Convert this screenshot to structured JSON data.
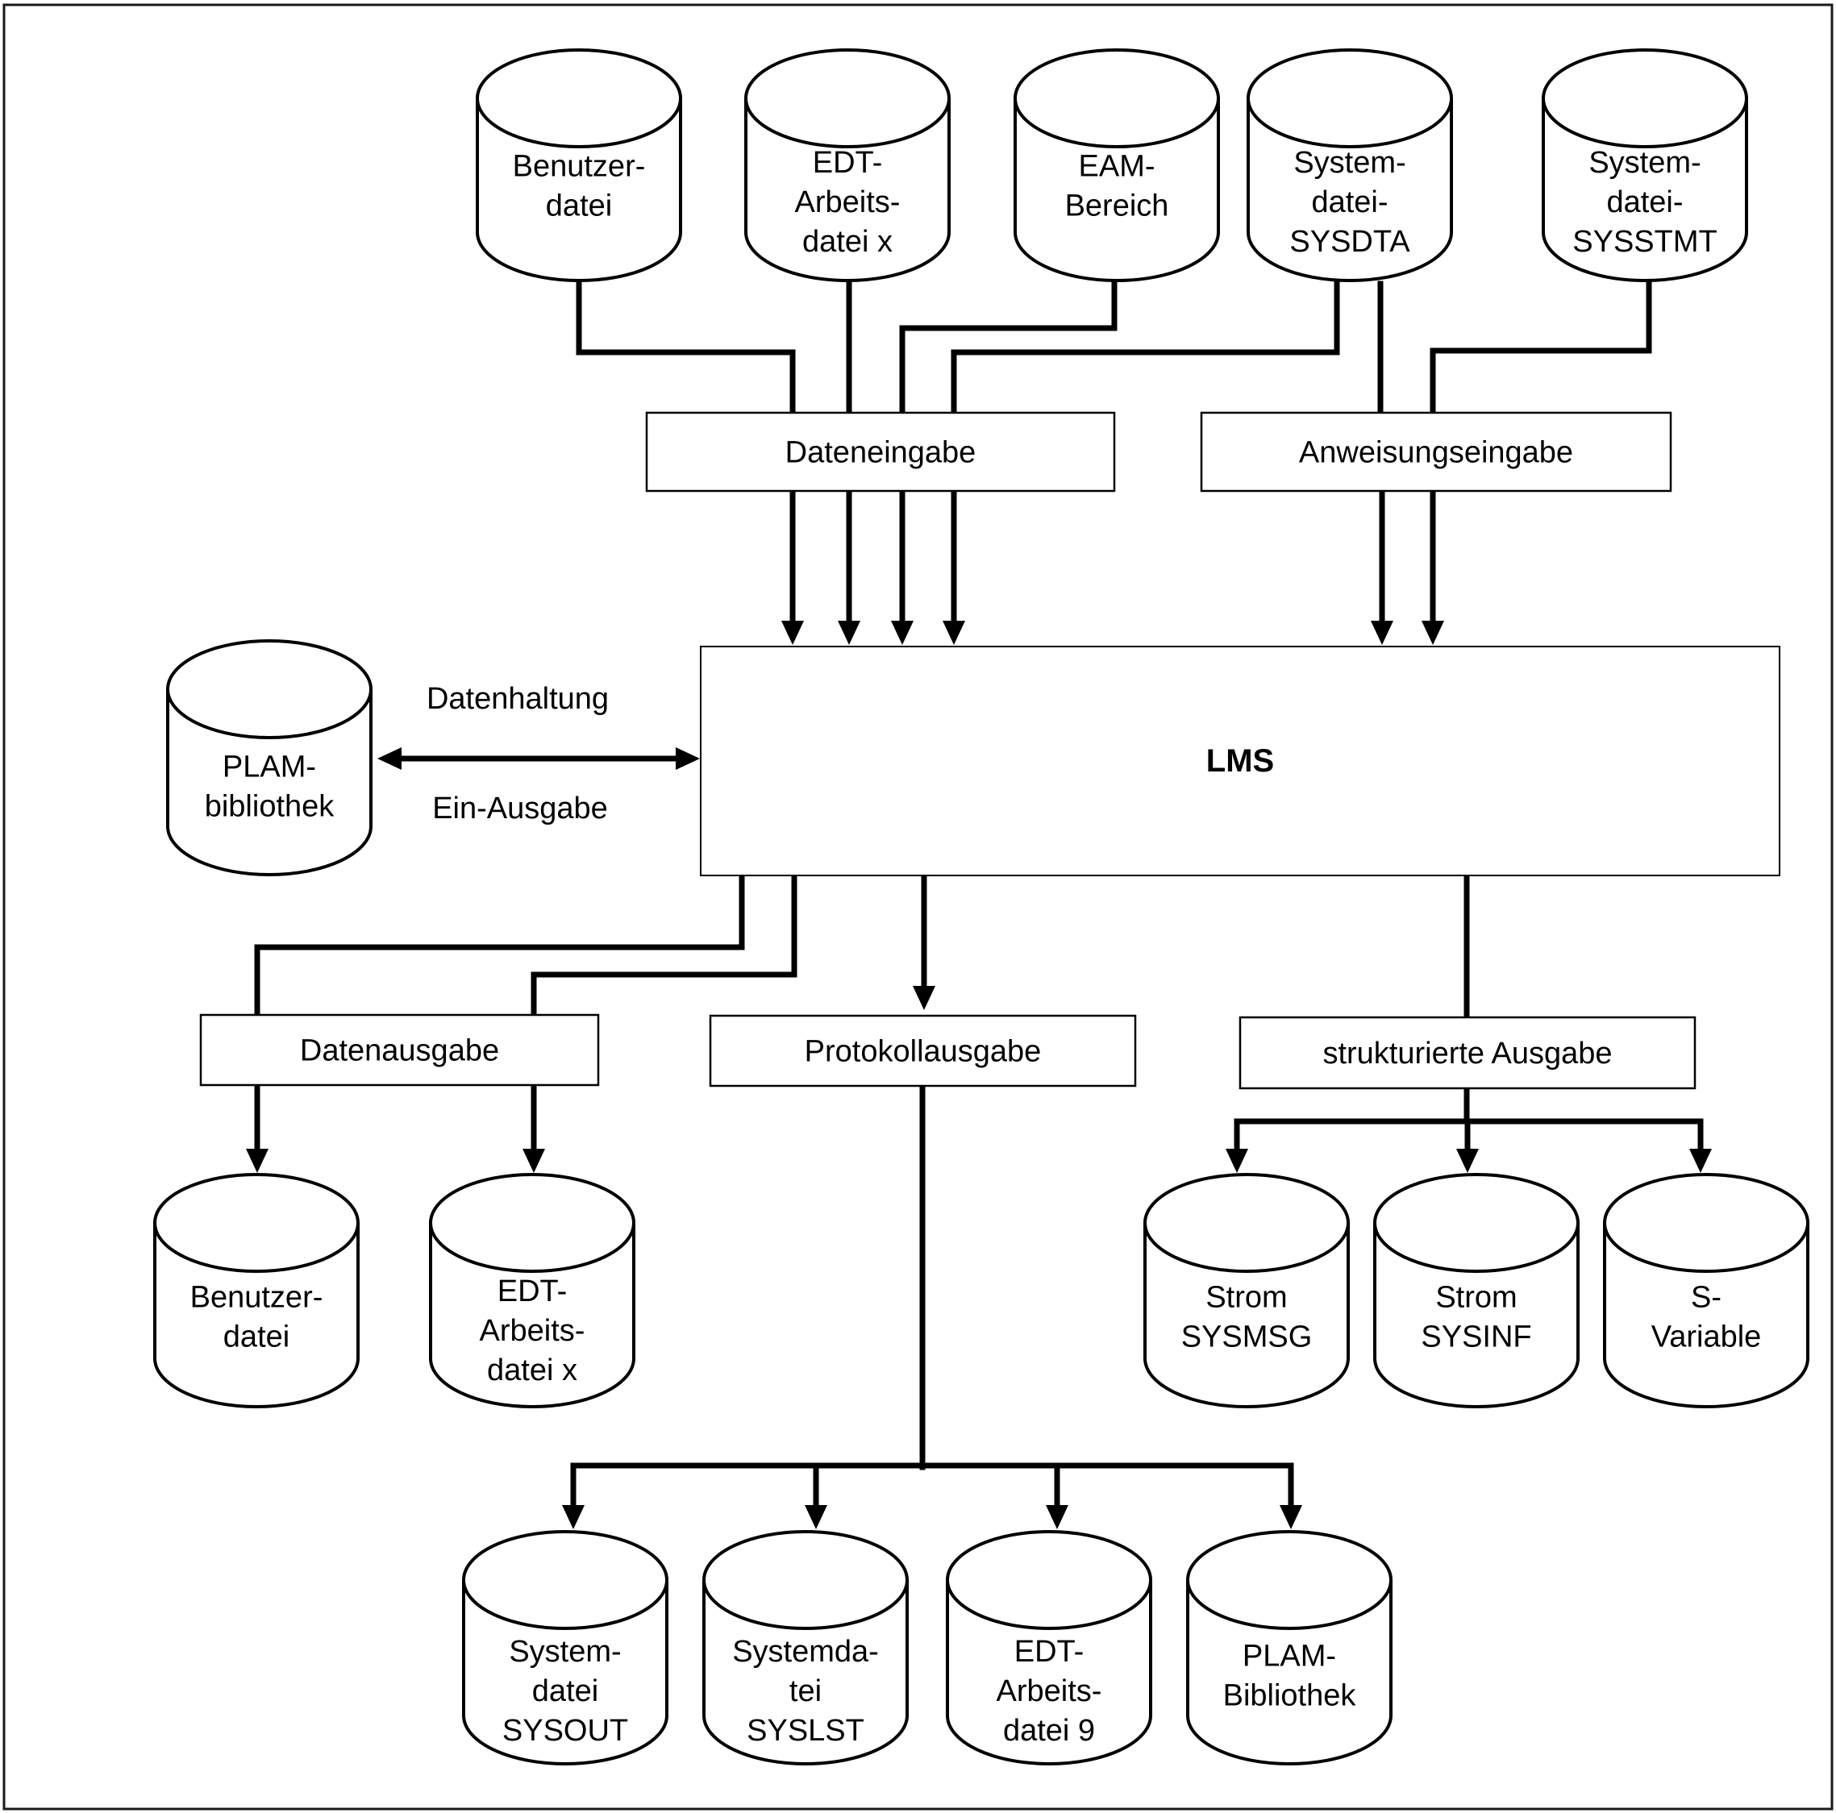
{
  "diagram": {
    "center": {
      "label": "LMS"
    },
    "input_sources": [
      {
        "id": "benutzerdatei-in",
        "lines": [
          "Benutzer-",
          "datei"
        ]
      },
      {
        "id": "edt-arbeitsdatei-in",
        "lines": [
          "EDT-",
          "Arbeits-",
          "datei x"
        ]
      },
      {
        "id": "eam-bereich",
        "lines": [
          "EAM-",
          "Bereich"
        ]
      },
      {
        "id": "systemdatei-sysdta",
        "lines": [
          "System-",
          "datei-",
          "SYSDTA"
        ]
      },
      {
        "id": "systemdatei-sysstmt",
        "lines": [
          "System-",
          "datei-",
          "SYSSTMT"
        ]
      }
    ],
    "input_boxes": [
      {
        "id": "dateneingabe",
        "label": "Dateneingabe"
      },
      {
        "id": "anweisungseingabe",
        "label": "Anweisungseingabe"
      }
    ],
    "library": {
      "lines": [
        "PLAM-",
        "bibliothek"
      ],
      "label_top": "Datenhaltung",
      "label_bottom": "Ein-Ausgabe"
    },
    "output_boxes": [
      {
        "id": "datenausgabe",
        "label": "Datenausgabe"
      },
      {
        "id": "protokollausgabe",
        "label": "Protokollausgabe"
      },
      {
        "id": "strukturierte-ausgabe",
        "label": "strukturierte Ausgabe"
      }
    ],
    "data_outputs": [
      {
        "id": "benutzerdatei-out",
        "lines": [
          "Benutzer-",
          "datei"
        ]
      },
      {
        "id": "edt-arbeitsdatei-out",
        "lines": [
          "EDT-",
          "Arbeits-",
          "datei x"
        ]
      }
    ],
    "structured_outputs": [
      {
        "id": "strom-sysmsg",
        "lines": [
          "Strom",
          "SYSMSG"
        ]
      },
      {
        "id": "strom-sysinf",
        "lines": [
          "Strom",
          "SYSINF"
        ]
      },
      {
        "id": "s-variable",
        "lines": [
          "S-",
          "Variable"
        ]
      }
    ],
    "protocol_outputs": [
      {
        "id": "systemdatei-sysout",
        "lines": [
          "System-",
          "datei",
          "SYSOUT"
        ]
      },
      {
        "id": "systemdatei-syslst",
        "lines": [
          "Systemda-",
          "tei",
          "SYSLST"
        ]
      },
      {
        "id": "edt-arbeitsdatei-9",
        "lines": [
          "EDT-",
          "Arbeits-",
          "datei 9"
        ]
      },
      {
        "id": "plam-bibliothek-out",
        "lines": [
          "PLAM-",
          "Bibliothek"
        ]
      }
    ]
  }
}
